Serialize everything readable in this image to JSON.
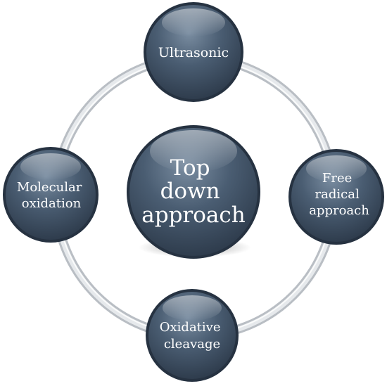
{
  "diagram": {
    "center": {
      "lines": [
        "Top",
        "down",
        "approach"
      ]
    },
    "nodes": [
      {
        "id": "ultrasonic",
        "lines": [
          "Ultrasonic"
        ]
      },
      {
        "id": "free-radical",
        "lines": [
          "Free",
          "radical",
          "approach"
        ]
      },
      {
        "id": "oxidative-cleavage",
        "lines": [
          "Oxidative",
          "cleavage"
        ]
      },
      {
        "id": "molecular-oxidation",
        "lines": [
          "Molecular",
          "oxidation"
        ]
      }
    ],
    "colors": {
      "node_fill": "#3d4f63",
      "node_fill_light": "#6f8297",
      "node_rim": "#2a3646",
      "ring": "#cfd3d8",
      "ring_highlight": "#f2f4f6",
      "text": "#ffffff"
    }
  }
}
